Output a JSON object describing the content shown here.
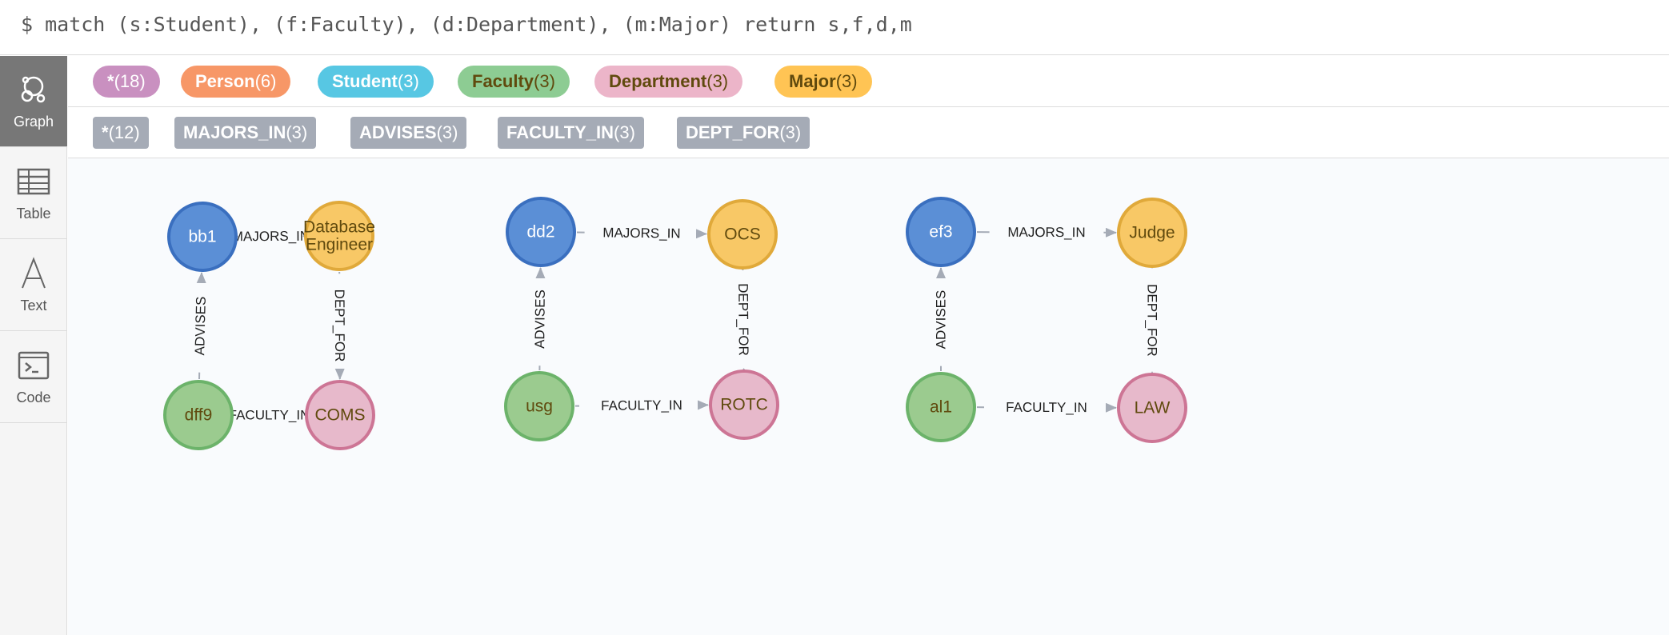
{
  "query": "$ match (s:Student), (f:Faculty), (d:Department), (m:Major) return s,f,d,m",
  "sidebar": {
    "items": [
      {
        "label": "Graph",
        "icon": "graph-icon"
      },
      {
        "label": "Table",
        "icon": "table-icon"
      },
      {
        "label": "Text",
        "icon": "text-icon"
      },
      {
        "label": "Code",
        "icon": "code-icon"
      }
    ]
  },
  "node_labels": [
    {
      "name": "*",
      "count": "(18)",
      "bg": "#c990c0",
      "fg": "#ffffff"
    },
    {
      "name": "Person",
      "count": "(6)",
      "bg": "#f79767",
      "fg": "#ffffff"
    },
    {
      "name": "Student",
      "count": "(3)",
      "bg": "#57c7e3",
      "fg": "#ffffff"
    },
    {
      "name": "Faculty",
      "count": "(3)",
      "bg": "#8dcc93",
      "fg": "#604a0e"
    },
    {
      "name": "Department",
      "count": "(3)",
      "bg": "#ecb5c9",
      "fg": "#604a0e"
    },
    {
      "name": "Major",
      "count": "(3)",
      "bg": "#ffc454",
      "fg": "#604a0e"
    }
  ],
  "rel_types": [
    {
      "name": "*",
      "count": "(12)"
    },
    {
      "name": "MAJORS_IN",
      "count": "(3)"
    },
    {
      "name": "ADVISES",
      "count": "(3)"
    },
    {
      "name": "FACULTY_IN",
      "count": "(3)"
    },
    {
      "name": "DEPT_FOR",
      "count": "(3)"
    }
  ],
  "colors": {
    "student_fill": "#5b8fd6",
    "student_stroke": "#3a6fbf",
    "faculty_fill": "#9bcb8f",
    "faculty_stroke": "#6cb36a",
    "department_fill": "#e7b9cb",
    "department_stroke": "#cd7595",
    "major_fill": "#f8c866",
    "major_stroke": "#e0a93a",
    "edge": "#a5abb6"
  },
  "graph": {
    "nodes": [
      {
        "id": "bb1",
        "lines": [
          "bb1"
        ],
        "type": "student"
      },
      {
        "id": "eng",
        "lines": [
          "Database",
          "Engineer"
        ],
        "type": "major"
      },
      {
        "id": "dff9",
        "lines": [
          "dff9"
        ],
        "type": "faculty"
      },
      {
        "id": "coms",
        "lines": [
          "COMS"
        ],
        "type": "department"
      },
      {
        "id": "dd2",
        "lines": [
          "dd2"
        ],
        "type": "student"
      },
      {
        "id": "ocs",
        "lines": [
          "OCS"
        ],
        "type": "major"
      },
      {
        "id": "usg",
        "lines": [
          "usg"
        ],
        "type": "faculty"
      },
      {
        "id": "rotc",
        "lines": [
          "ROTC"
        ],
        "type": "department"
      },
      {
        "id": "ef3",
        "lines": [
          "ef3"
        ],
        "type": "student"
      },
      {
        "id": "judge",
        "lines": [
          "Judge"
        ],
        "type": "major"
      },
      {
        "id": "al1",
        "lines": [
          "al1"
        ],
        "type": "faculty"
      },
      {
        "id": "law",
        "lines": [
          "LAW"
        ],
        "type": "department"
      }
    ],
    "edges": [
      {
        "from": "bb1",
        "to": "eng",
        "label": "MAJORS_IN"
      },
      {
        "from": "dff9",
        "to": "bb1",
        "label": "ADVISES"
      },
      {
        "from": "eng",
        "to": "coms",
        "label": "DEPT_FOR"
      },
      {
        "from": "dff9",
        "to": "coms",
        "label": "FACULTY_IN"
      },
      {
        "from": "dd2",
        "to": "ocs",
        "label": "MAJORS_IN"
      },
      {
        "from": "usg",
        "to": "dd2",
        "label": "ADVISES"
      },
      {
        "from": "ocs",
        "to": "rotc",
        "label": "DEPT_FOR"
      },
      {
        "from": "usg",
        "to": "rotc",
        "label": "FACULTY_IN"
      },
      {
        "from": "ef3",
        "to": "judge",
        "label": "MAJORS_IN"
      },
      {
        "from": "al1",
        "to": "ef3",
        "label": "ADVISES"
      },
      {
        "from": "judge",
        "to": "law",
        "label": "DEPT_FOR"
      },
      {
        "from": "al1",
        "to": "law",
        "label": "FACULTY_IN"
      }
    ]
  }
}
